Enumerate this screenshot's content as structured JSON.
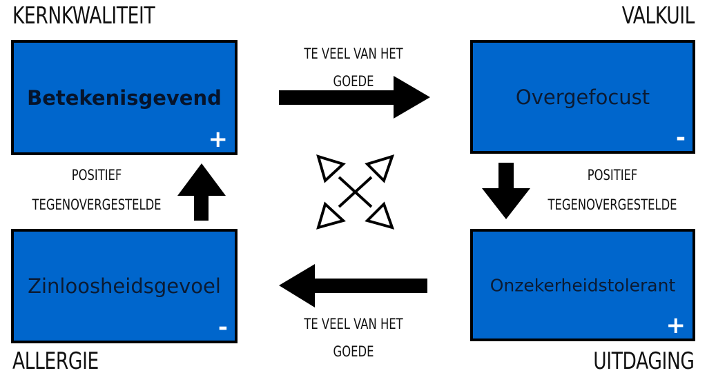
{
  "corners": {
    "top_left": "KERNKWALITEIT",
    "top_right": "VALKUIL",
    "bottom_left": "ALLERGIE",
    "bottom_right": "UITDAGING"
  },
  "boxes": {
    "kernkwaliteit": {
      "title": "Betekenisgevend",
      "sign": "+"
    },
    "valkuil": {
      "title": "Overgefocust",
      "sign": "-"
    },
    "allergie": {
      "title": "Zinloosheidsgevoel",
      "sign": "-"
    },
    "uitdaging": {
      "title": "Onzekerheidstolerant",
      "sign": "+"
    }
  },
  "labels": {
    "top_arrow": "TE VEEL VAN HET GOEDE",
    "bottom_arrow": "TE VEEL VAN HET GOEDE",
    "left_line1": "POSITIEF",
    "left_line2": "TEGENOVERGESTELDE",
    "right_line1": "POSITIEF",
    "right_line2": "TEGENOVERGESTELDE"
  },
  "colors": {
    "box_fill": "#0066cc",
    "border": "#000000",
    "sign": "#ffffff"
  }
}
